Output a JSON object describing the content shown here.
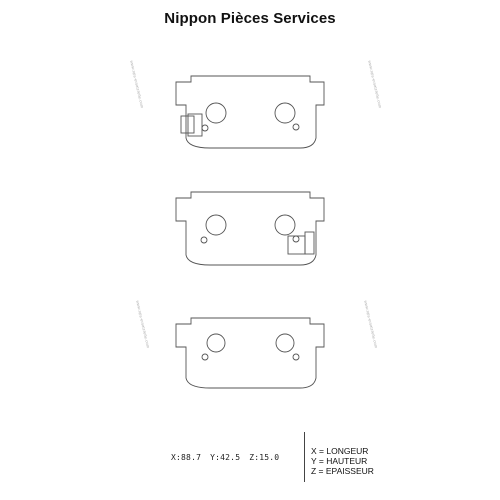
{
  "header": {
    "title": "Nippon Pièces Services"
  },
  "dimensions": {
    "x": "X:88.7",
    "y": "Y:42.5",
    "z": "Z:15.0"
  },
  "legend": {
    "x": "X = LONGEUR",
    "y": "Y = HAUTEUR",
    "z": "Z = EPAISSEUR"
  },
  "watermark": "www.nps-ersatzteile.com",
  "colors": {
    "line": "#555555",
    "text": "#111111"
  }
}
